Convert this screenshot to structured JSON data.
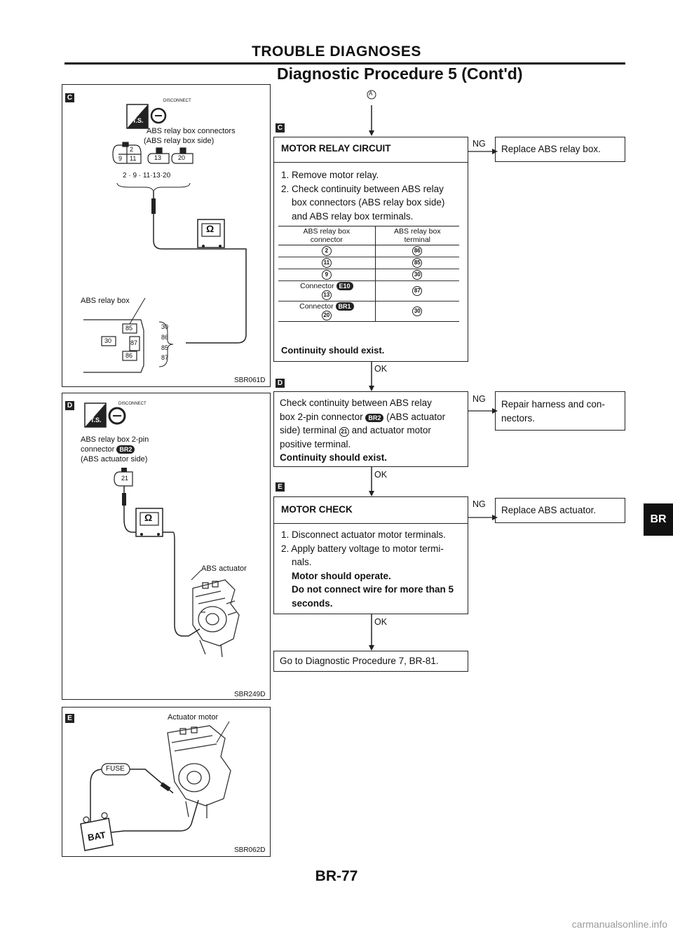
{
  "header": {
    "title": "TROUBLE DIAGNOSES",
    "subtitle": "Diagnostic Procedure 5 (Cont'd)"
  },
  "figures": {
    "c": {
      "tag": "C",
      "disconnect": "DISCONNECT",
      "ts": "T.S.",
      "caption1": "ABS relay box connectors",
      "caption2": "(ABS relay box side)",
      "pins": "2 · 9 · 11·13·20",
      "pin_2": "2",
      "pin_9": "9",
      "pin_11": "11",
      "pin_13": "13",
      "pin_20": "20",
      "ohm": "Ω",
      "relay_label": "ABS relay box",
      "t85": "85",
      "t30": "30",
      "t87": "87",
      "t86": "86",
      "r30": "30",
      "r86": "86",
      "r85": "85",
      "r87": "87",
      "code": "SBR061D"
    },
    "d": {
      "tag": "D",
      "disconnect": "DISCONNECT",
      "ts": "T.S.",
      "caption1": "ABS relay box 2-pin",
      "caption2": "connector",
      "caption2_pill": "BR2",
      "caption3": "(ABS actuator side)",
      "pin": "21",
      "ohm": "Ω",
      "actuator_label": "ABS actuator",
      "code": "SBR249D"
    },
    "e": {
      "tag": "E",
      "motor_label": "Actuator motor",
      "fuse": "FUSE",
      "bat": "BAT",
      "code": "SBR062D"
    }
  },
  "flow": {
    "start_marker": "A",
    "step_c": {
      "tag": "C",
      "title": "MOTOR RELAY CIRCUIT",
      "line1": "1. Remove motor relay.",
      "line2": "2. Check continuity between ABS relay",
      "line3": "box connectors (ABS relay box side)",
      "line4": "and ABS relay box terminals.",
      "table_head_left1": "ABS relay box",
      "table_head_left2": "connector",
      "table_head_right1": "ABS relay box",
      "table_head_right2": "terminal",
      "rows": [
        {
          "left": "2",
          "right": "86"
        },
        {
          "left": "11",
          "right": "85"
        },
        {
          "left": "9",
          "right": "30"
        }
      ],
      "row4_left_text": "Connector",
      "row4_left_pill": "E10",
      "row4_left_pin": "13",
      "row4_right": "87",
      "row5_left_text": "Connector",
      "row5_left_pill": "BR1",
      "row5_left_pin": "20",
      "row5_right": "30",
      "result": "Continuity should exist.",
      "ng": "NG",
      "ng_action": "Replace ABS relay box.",
      "ok": "OK"
    },
    "step_d": {
      "tag": "D",
      "line1": "Check continuity between ABS relay",
      "line2a": "box 2-pin connector",
      "line2_pill": "BR2",
      "line2b": "(ABS actuator",
      "line3a": "side) terminal",
      "line3_pin": "21",
      "line3b": "and actuator motor",
      "line4": "positive terminal.",
      "result": "Continuity should exist.",
      "ng": "NG",
      "ng_action1": "Repair harness and con-",
      "ng_action2": "nectors.",
      "ok": "OK"
    },
    "step_e": {
      "tag": "E",
      "title": "MOTOR CHECK",
      "line1": "1. Disconnect actuator motor terminals.",
      "line2": "2. Apply battery voltage to motor termi-",
      "line3": "nals.",
      "bold1": "Motor should operate.",
      "bold2": "Do not connect wire for more than 5",
      "bold3": "seconds.",
      "ng": "NG",
      "ng_action": "Replace ABS actuator.",
      "ok": "OK"
    },
    "final": "Go to Diagnostic Procedure 7, BR-81."
  },
  "side_tab": "BR",
  "page_number": "BR-77",
  "watermark": "carmanualsonline.info"
}
